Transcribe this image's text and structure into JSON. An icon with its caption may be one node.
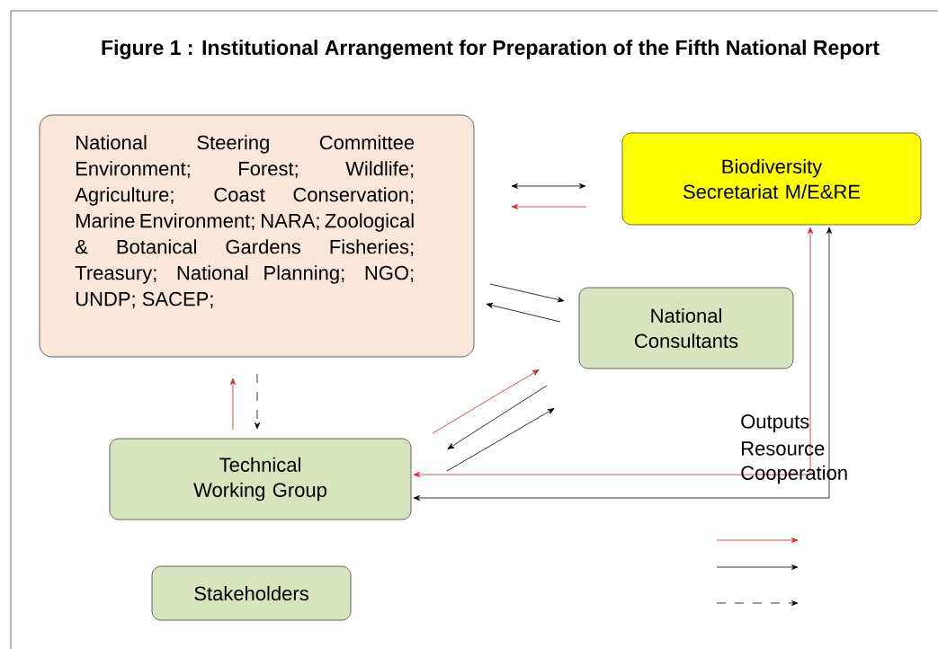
{
  "diagram": {
    "title": "Figure 1 : Institutional Arrangement for Preparation of the Fifth National Report",
    "nodes": [
      {
        "text": [
          "National Steering Committee Environment; Forest; Wildlife; Agriculture; Coast Conservation; Marine Environment; NARA; Zoological & Botanical Gardens Fisheries; Treasury; National Planning; NGO; UNDP; SACEP;"
        ]
      },
      {
        "text": [
          "Biodiversity Secretariat M/E&RE"
        ]
      },
      {
        "text": [
          "National Consultants"
        ]
      },
      {
        "text": [
          "Technical Working Group"
        ]
      },
      {
        "text": [
          "Stakeholders"
        ]
      }
    ],
    "edges": [
      {
        "from": 0,
        "to": 1,
        "arrow": "both"
      },
      {
        "from": 1,
        "to": 0,
        "arrow": "to",
        "color": "#d0212a"
      },
      {
        "from": 0,
        "to": 2,
        "arrow": "to"
      },
      {
        "from": 2,
        "to": 0,
        "arrow": "to"
      },
      {
        "from": 3,
        "to": 2,
        "arrow": "to",
        "color": "#d0212a"
      },
      {
        "from": 2,
        "to": 3,
        "arrow": "to"
      },
      {
        "from": 3,
        "to": 2,
        "arrow": "to"
      },
      {
        "from": 3,
        "to": 0,
        "arrow": "to",
        "color": "#d0212a"
      },
      {
        "from": 0,
        "to": 3,
        "arrow": "to",
        "style": "dashed"
      },
      {
        "from": 1,
        "to": 3,
        "arrow": "both",
        "color": "#d0212a"
      },
      {
        "from": 1,
        "to": 3,
        "arrow": "both"
      }
    ],
    "labels": [
      "Outputs",
      "Resource",
      "Cooperation"
    ]
  }
}
